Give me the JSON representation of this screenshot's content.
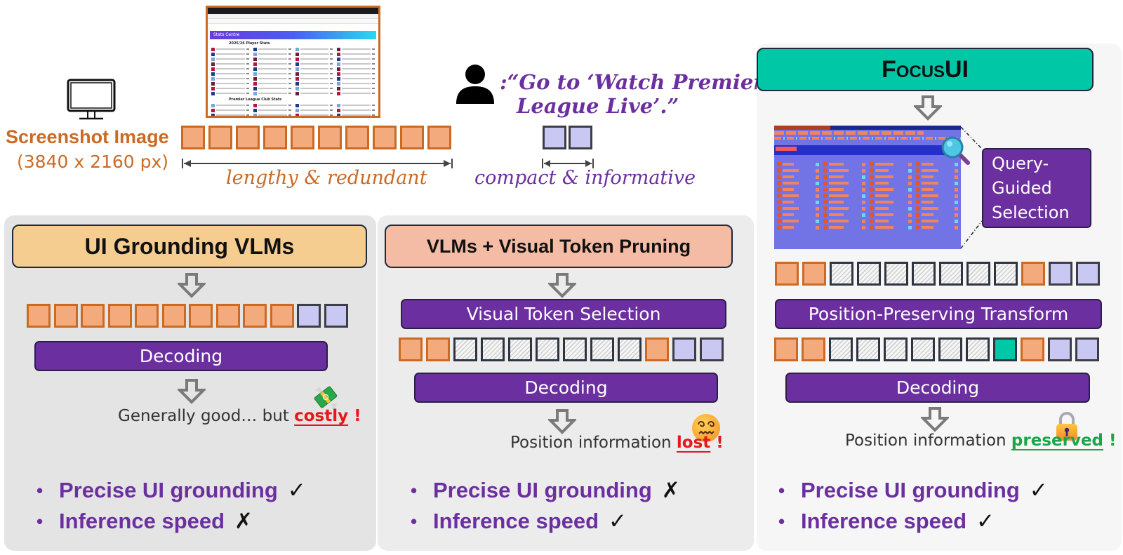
{
  "input": {
    "screenshot_label": "Screenshot Image",
    "screenshot_dims": "(3840 x 2160 px)",
    "image_token_caption": "lengthy & redundant",
    "query_prefix": ":",
    "query_line1": "“Go to ‘Watch Premier",
    "query_line2": "League Live’.”",
    "text_token_caption": "compact & informative",
    "thumbnail": {
      "banner_text": "Stats Centre",
      "section1": "2025/26 Player Stats",
      "section2": "Premier League Club Stats"
    }
  },
  "panels": [
    {
      "title": "UI Grounding VLMs",
      "steps": [
        "Decoding"
      ],
      "result_prefix": "Generally good… but ",
      "result_emph": "costly",
      "result_suffix": " !",
      "result_icon": "money-with-wings-icon",
      "bullets": [
        {
          "label": "Precise UI grounding",
          "mark": "✓"
        },
        {
          "label": "Inference speed",
          "mark": "✗"
        }
      ]
    },
    {
      "title": "VLMs + Visual Token Pruning",
      "steps": [
        "Visual Token Selection",
        "Decoding"
      ],
      "result_prefix": "Position information ",
      "result_emph": "lost",
      "result_suffix": " !",
      "result_icon": "dizzy-face-icon",
      "bullets": [
        {
          "label": "Precise UI grounding",
          "mark": "✗"
        },
        {
          "label": "Inference speed",
          "mark": "✓"
        }
      ]
    },
    {
      "title": "FocusUI",
      "callout": "Query-Guided Selection",
      "steps": [
        "Position-Preserving Transform",
        "Decoding"
      ],
      "result_prefix": "Position information ",
      "result_emph": "preserved",
      "result_suffix": " !",
      "result_icon": "lock-icon",
      "bullets": [
        {
          "label": "Precise UI grounding",
          "mark": "✓"
        },
        {
          "label": "Inference speed",
          "mark": "✓"
        }
      ]
    }
  ],
  "token_sequences": {
    "input_image": [
      "img",
      "img",
      "img",
      "img",
      "img",
      "img",
      "img",
      "img",
      "img",
      "img"
    ],
    "input_text": [
      "txt",
      "txt"
    ],
    "vlm": [
      "img",
      "img",
      "img",
      "img",
      "img",
      "img",
      "img",
      "img",
      "img",
      "img",
      "txt",
      "txt"
    ],
    "pruning": [
      "img",
      "img",
      "pruned",
      "pruned",
      "pruned",
      "pruned",
      "pruned",
      "pruned",
      "pruned",
      "img",
      "txt",
      "txt"
    ],
    "focus_selected": [
      "img",
      "img",
      "pruned",
      "pruned",
      "pruned",
      "pruned",
      "pruned",
      "pruned",
      "pruned",
      "img",
      "txt",
      "txt"
    ],
    "focus_transformed": [
      "img",
      "img",
      "pruned",
      "pruned",
      "pruned",
      "pruned",
      "pruned",
      "pruned",
      "focus",
      "img",
      "txt",
      "txt"
    ]
  },
  "colors": {
    "image_token": "#f3ab7e",
    "text_token": "#c8c8f2",
    "focus_token": "#00c8a7",
    "accent_purple": "#6c2fa0",
    "accent_orange": "#cc6a23",
    "costly_red": "#e8161b",
    "preserved_green": "#1aa64a",
    "focusui_header": "#00c8a7",
    "vlm_header": "#f6cd91",
    "pruning_header": "#f4bba5"
  }
}
